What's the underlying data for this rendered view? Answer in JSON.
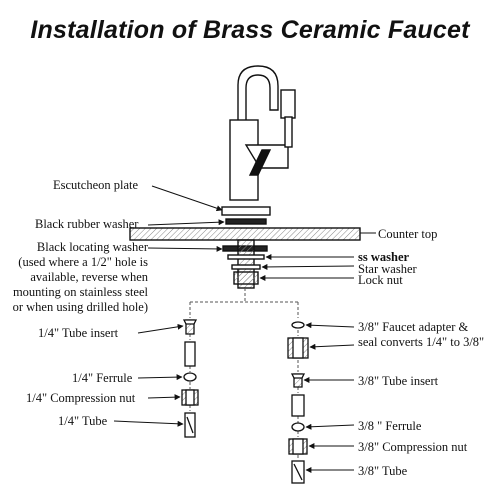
{
  "title": "Installation of Brass Ceramic Faucet",
  "labels": {
    "escutcheon_plate": "Escutcheon plate",
    "black_rubber_washer": "Black rubber washer",
    "counter_top": "Counter top",
    "black_locating_washer": [
      "Black locating washer",
      "(used where a 1/2\" hole is",
      "available, reverse when",
      "mounting on stainless steel",
      "or when using drilled hole)"
    ],
    "ss_washer": "ss washer",
    "star_washer": "Star washer",
    "lock_nut": "Lock nut",
    "tube_insert_quarter": "1/4\" Tube insert",
    "ferrule_quarter": "1/4\" Ferrule",
    "compression_nut_quarter": "1/4\" Compression nut",
    "tube_quarter": "1/4\" Tube",
    "faucet_adapter": [
      "3/8\" Faucet adapter &",
      "seal converts 1/4\" to 3/8\""
    ],
    "tube_insert_3_8": "3/8\" Tube insert",
    "ferrule_3_8": "3/8 \" Ferrule",
    "compression_nut_3_8": "3/8\" Compression nut",
    "tube_3_8": "3/8\" Tube"
  }
}
